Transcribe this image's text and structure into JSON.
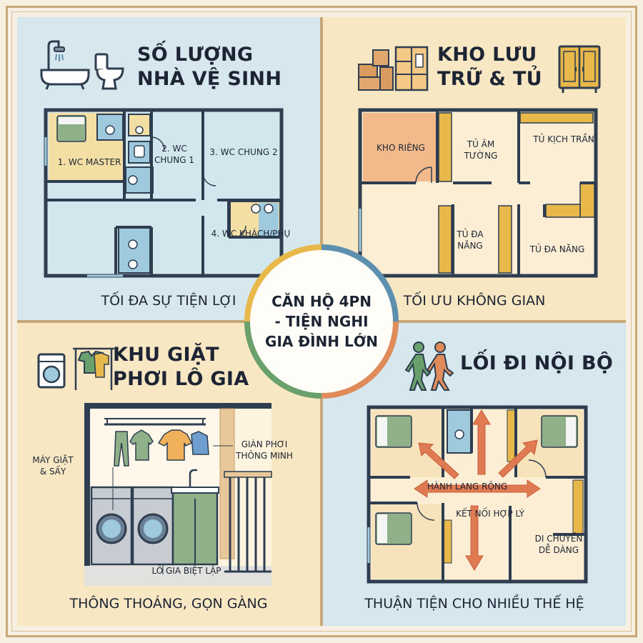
{
  "center": {
    "line1": "CĂN HỘ 4PN",
    "line2": "- TIỆN NGHI",
    "line3": "GIA ĐÌNH LỚN"
  },
  "bathroom": {
    "title_line1": "SỐ LƯỢNG",
    "title_line2": "NHÀ VỆ SINH",
    "labels": {
      "wc_master": "1. WC MASTER",
      "wc_common1_l1": "2. WC",
      "wc_common1_l2": "CHUNG 1",
      "wc_common2": "3. WC CHUNG 2",
      "wc_guest": "4. WC KHÁCH/PHỤ"
    },
    "caption": "TỐI ĐA SỰ TIỆN LỢI"
  },
  "storage": {
    "title_line1": "KHO LƯU",
    "title_line2": "TRỮ & TỦ",
    "labels": {
      "private_storage": "KHO RIÊNG",
      "wall_closet_l1": "TỦ ÂM",
      "wall_closet_l2": "TƯỜNG",
      "ceiling_cabinet": "TỦ KỊCH TRẦN",
      "multi_cabinet1_l1": "TỦ ĐA",
      "multi_cabinet1_l2": "NĂNG",
      "multi_cabinet2": "TỦ ĐA NĂNG"
    },
    "caption": "TỐI ƯU KHÔNG GIAN"
  },
  "laundry": {
    "title_line1": "KHU GIẶT",
    "title_line2": "PHƠI LÔ GIA",
    "labels": {
      "washer_l1": "MÁY GIẶT",
      "washer_l2": "& SẤY",
      "drying_rack_l1": "GIÀN PHƠI",
      "drying_rack_l2": "THÔNG MINH",
      "loggia": "LÔ GIA BIỆT LẬP"
    },
    "caption": "THÔNG THOÁNG, GỌN GÀNG"
  },
  "hallway": {
    "title": "LỐI ĐI NỘI BỘ",
    "labels": {
      "wide_corridor": "HÀNH LANG RỘNG",
      "logical_connection": "KẾT NỐI HỢP LÝ",
      "easy_move_l1": "DI CHUYỂN",
      "easy_move_l2": "DỄ DÀNG"
    },
    "caption": "THUẬN TIỆN CHO NHIỀU THẾ HỆ"
  },
  "colors": {
    "blue_panel": "#d7e7ee",
    "beige_panel": "#f8e7c3",
    "wall": "#2e3d4f",
    "wood": "#e8b84a",
    "arrow": "#e07a52"
  }
}
